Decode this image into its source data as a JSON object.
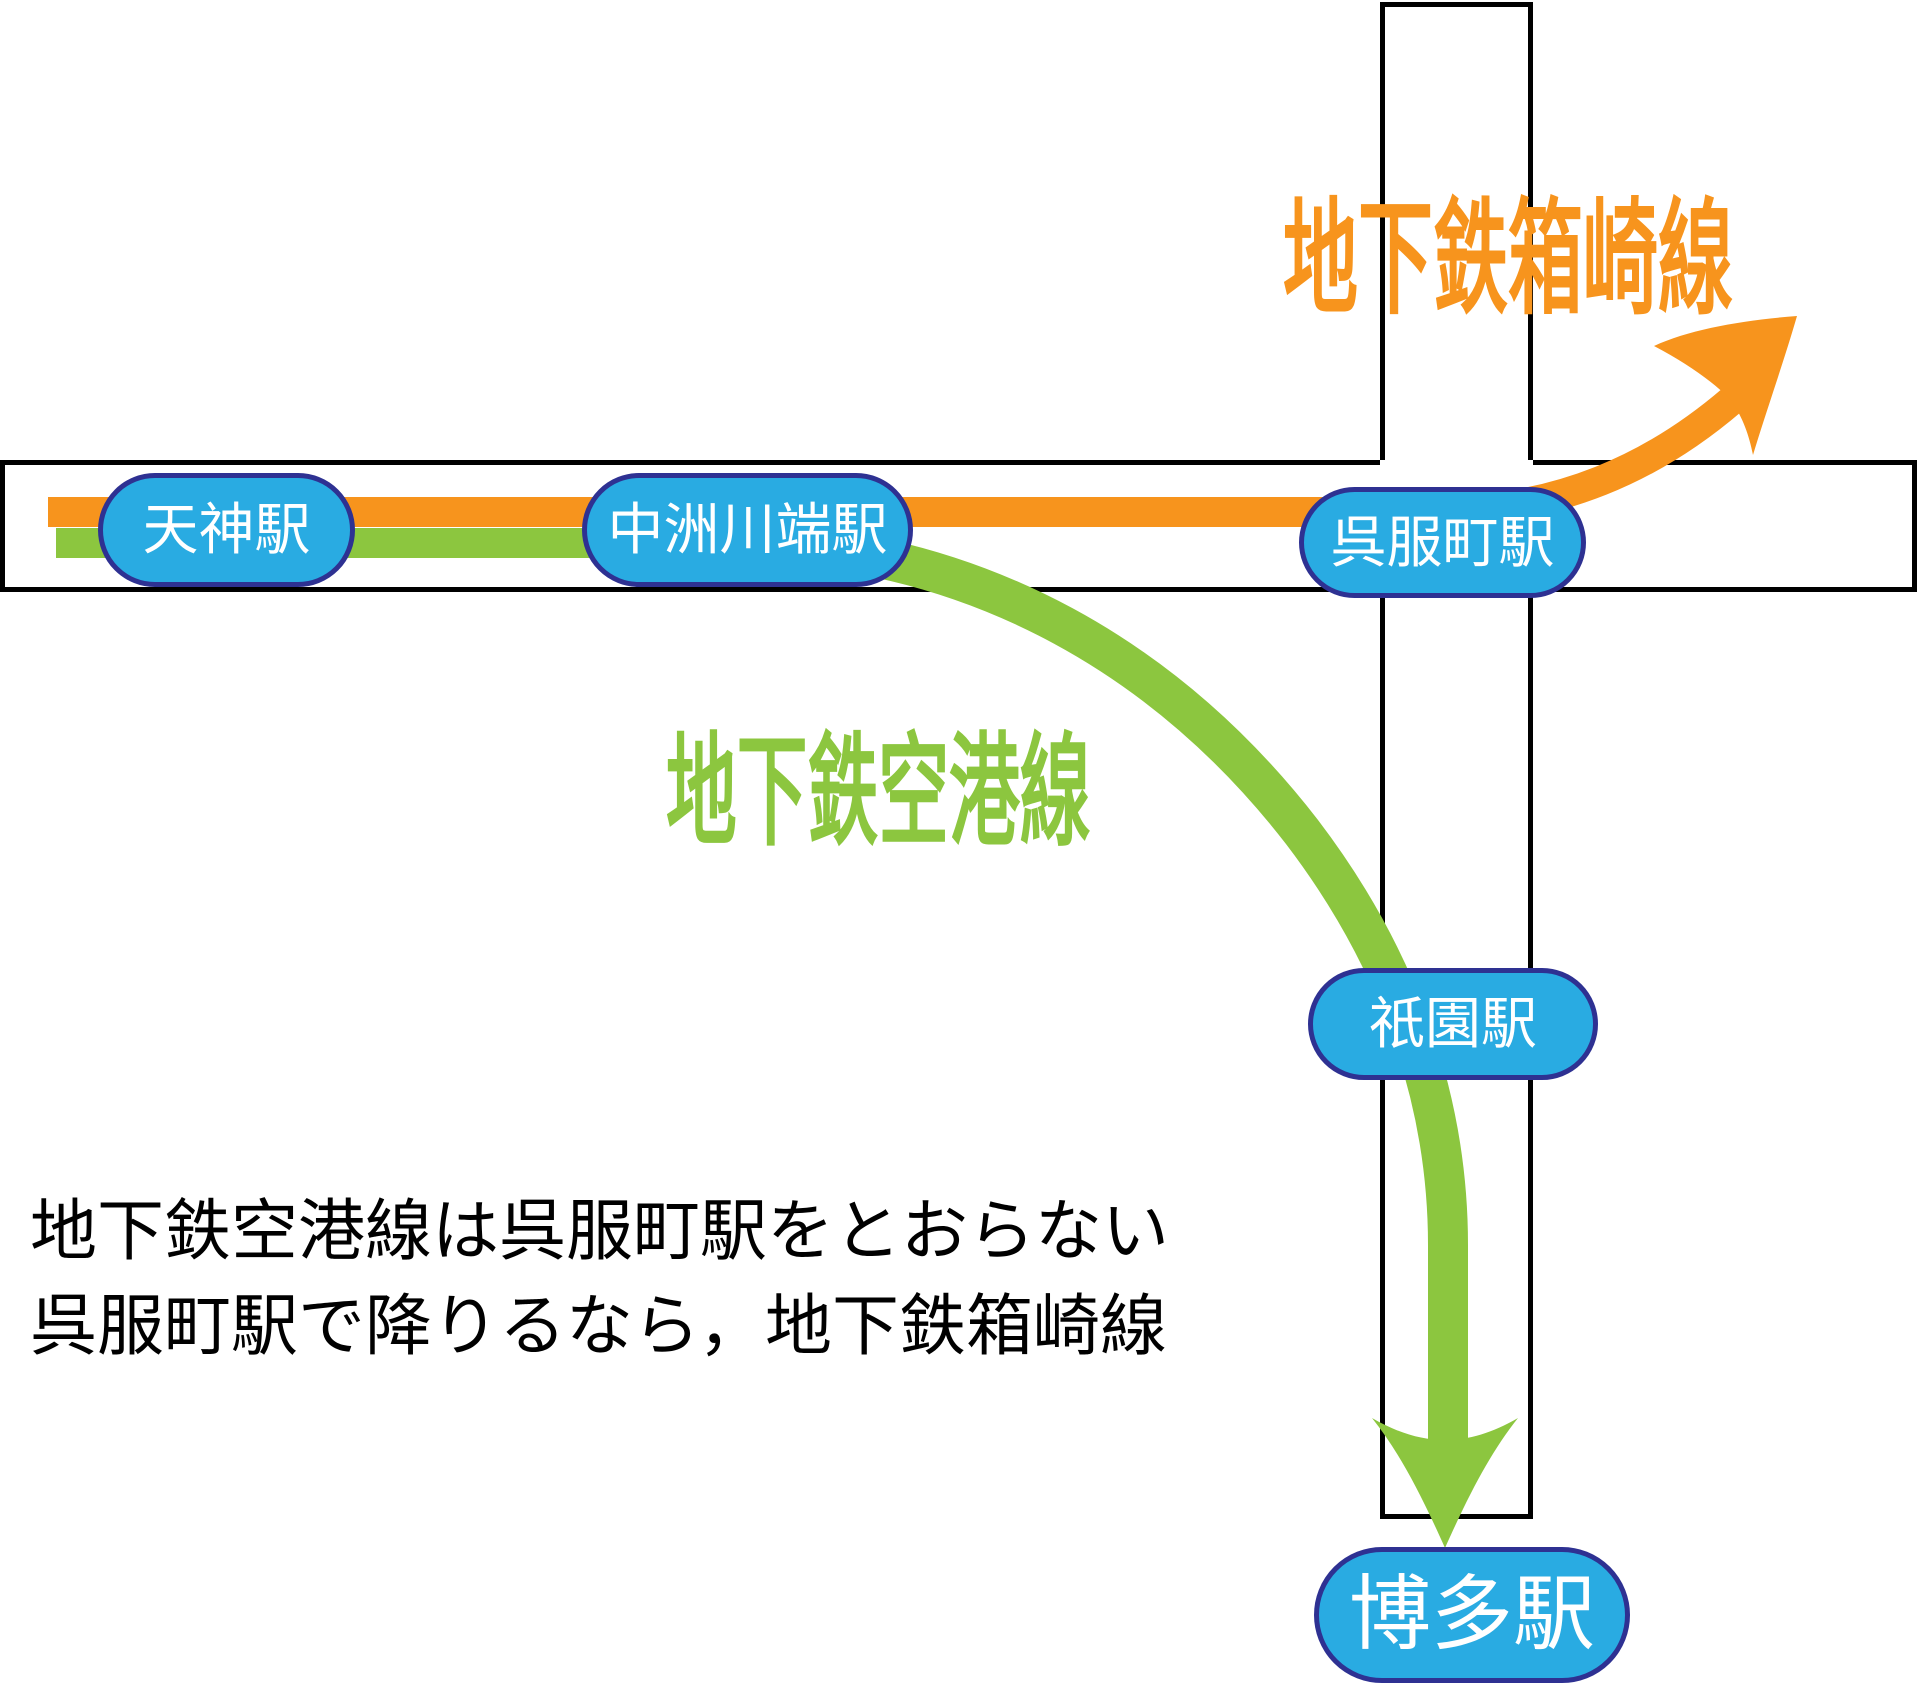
{
  "diagram": {
    "title_context": "Fukuoka subway transfer diagram",
    "line_labels": {
      "hakozaki": "地下鉄箱崎線",
      "kuko": "地下鉄空港線"
    },
    "stations": {
      "tenjin": "天神駅",
      "nakasu_kawabata": "中洲川端駅",
      "gofukumachi": "呉服町駅",
      "gion": "祇園駅",
      "hakata": "博多駅"
    },
    "note": {
      "line1": "地下鉄空港線は呉服町駅をとおらない",
      "line2": "呉服町駅で降りるなら，地下鉄箱崎線"
    },
    "colors": {
      "hakozaki_line": "#F7941D",
      "kuko_line": "#8CC63F",
      "station_fill": "#29ABE2",
      "station_border": "#2E3192",
      "road_outline": "#000000",
      "road_fill": "#ffffff"
    }
  }
}
